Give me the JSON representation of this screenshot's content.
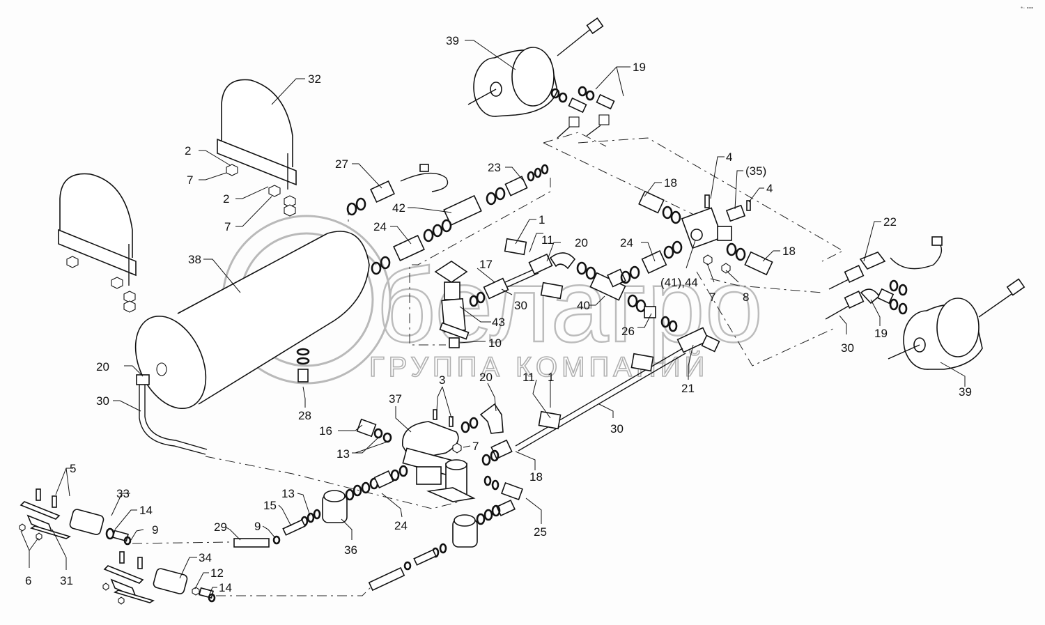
{
  "diagram": {
    "type": "exploded parts diagram",
    "subject": "pneumatic brake system assembly",
    "watermark": {
      "logo_text": "белагро",
      "subtitle": "ГРУППА КОМПАНИЙ",
      "color": "#b9b9b9"
    },
    "corner_mark": "•‑ ▪▪▪",
    "line_color": "#111111",
    "background": "#fdfdfd",
    "callouts": [
      {
        "id": "c39a",
        "label": "39"
      },
      {
        "id": "c19a",
        "label": "19"
      },
      {
        "id": "c32",
        "label": "32"
      },
      {
        "id": "c2a",
        "label": "2"
      },
      {
        "id": "c7a",
        "label": "7"
      },
      {
        "id": "c2b",
        "label": "2"
      },
      {
        "id": "c7b",
        "label": "7"
      },
      {
        "id": "c27",
        "label": "27"
      },
      {
        "id": "c23",
        "label": "23"
      },
      {
        "id": "c42",
        "label": "42"
      },
      {
        "id": "c24a",
        "label": "24"
      },
      {
        "id": "c4a",
        "label": "4"
      },
      {
        "id": "c35",
        "label": "(35)"
      },
      {
        "id": "c4b",
        "label": "4"
      },
      {
        "id": "c18a",
        "label": "18"
      },
      {
        "id": "c1a",
        "label": "1"
      },
      {
        "id": "c11a",
        "label": "11"
      },
      {
        "id": "c20a",
        "label": "20"
      },
      {
        "id": "c24b",
        "label": "24"
      },
      {
        "id": "c18b",
        "label": "18"
      },
      {
        "id": "c22",
        "label": "22"
      },
      {
        "id": "c38",
        "label": "38"
      },
      {
        "id": "c17",
        "label": "17"
      },
      {
        "id": "c30a",
        "label": "30"
      },
      {
        "id": "c40",
        "label": "40"
      },
      {
        "id": "c4144",
        "label": "(41),44"
      },
      {
        "id": "c7c",
        "label": "7"
      },
      {
        "id": "c8",
        "label": "8"
      },
      {
        "id": "c43",
        "label": "43"
      },
      {
        "id": "c26",
        "label": "26"
      },
      {
        "id": "c10",
        "label": "10"
      },
      {
        "id": "c19b",
        "label": "19"
      },
      {
        "id": "c30b",
        "label": "30"
      },
      {
        "id": "c20b",
        "label": "20"
      },
      {
        "id": "c30c",
        "label": "30"
      },
      {
        "id": "c28",
        "label": "28"
      },
      {
        "id": "c21",
        "label": "21"
      },
      {
        "id": "c39b",
        "label": "39"
      },
      {
        "id": "c3",
        "label": "3"
      },
      {
        "id": "c20c",
        "label": "20"
      },
      {
        "id": "c11b",
        "label": "11"
      },
      {
        "id": "c1b",
        "label": "1"
      },
      {
        "id": "c37",
        "label": "37"
      },
      {
        "id": "c16",
        "label": "16"
      },
      {
        "id": "c30d",
        "label": "30"
      },
      {
        "id": "c13a",
        "label": "13"
      },
      {
        "id": "c7d",
        "label": "7"
      },
      {
        "id": "c18c",
        "label": "18"
      },
      {
        "id": "c5",
        "label": "5"
      },
      {
        "id": "c33",
        "label": "33"
      },
      {
        "id": "c14a",
        "label": "14"
      },
      {
        "id": "c13b",
        "label": "13"
      },
      {
        "id": "c15",
        "label": "15"
      },
      {
        "id": "c9a",
        "label": "9"
      },
      {
        "id": "c29",
        "label": "29"
      },
      {
        "id": "c9b",
        "label": "9"
      },
      {
        "id": "c24c",
        "label": "24"
      },
      {
        "id": "c25",
        "label": "25"
      },
      {
        "id": "c36",
        "label": "36"
      },
      {
        "id": "c6",
        "label": "6"
      },
      {
        "id": "c31",
        "label": "31"
      },
      {
        "id": "c34",
        "label": "34"
      },
      {
        "id": "c12",
        "label": "12"
      },
      {
        "id": "c14b",
        "label": "14"
      }
    ]
  }
}
